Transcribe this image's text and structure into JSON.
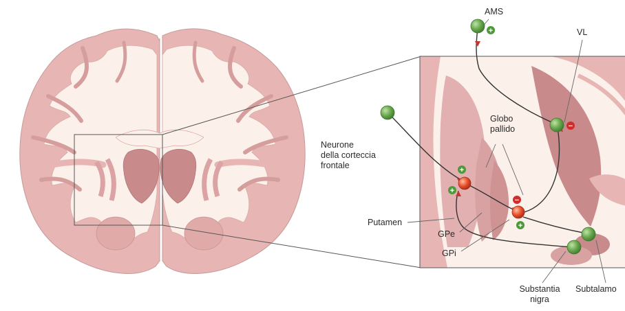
{
  "colors": {
    "tissue_white": "#fbf1ea",
    "tissue_gray": "#e6b4b2",
    "nucleus_dark": "#c98a8c",
    "excitatory_neuron": "#6aa84f",
    "inhibitory_neuron": "#e0472e",
    "plus_sign": "#4c9a3a",
    "minus_sign": "#d12d2d",
    "pathway": "#333333"
  },
  "labels": {
    "ams": "AMS",
    "vl": "VL",
    "cortex_neuron_line1": "Neurone",
    "cortex_neuron_line2": "della corteccia",
    "cortex_neuron_line3": "frontale",
    "globus_line1": "Globo",
    "globus_line2": "pallido",
    "putamen": "Putamen",
    "gpe": "GPe",
    "gpi": "GPi",
    "substantia_line1": "Substantia",
    "substantia_line2": "nigra",
    "subthalamus": "Subtalamo"
  },
  "signs": {
    "plus": "+",
    "minus": "−"
  }
}
